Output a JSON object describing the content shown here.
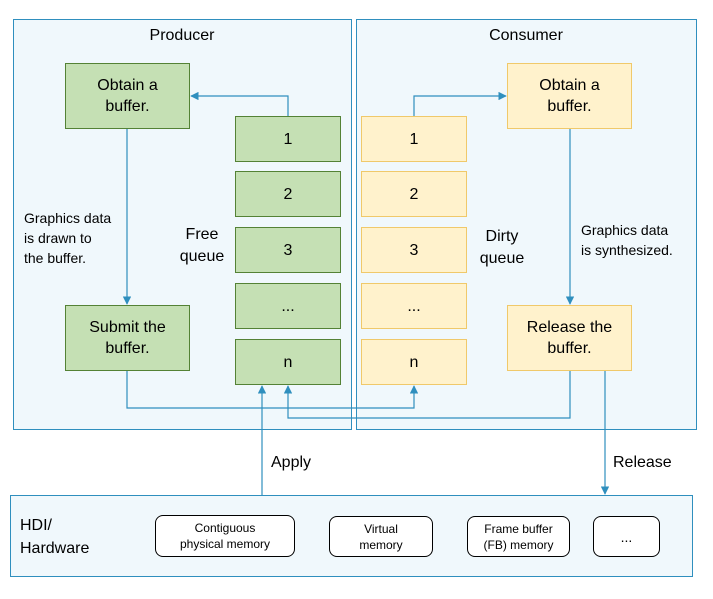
{
  "producer": {
    "title": "Producer",
    "obtain": "Obtain a\nbuffer.",
    "submit": "Submit the\nbuffer.",
    "note": "Graphics data\nis drawn to\nthe buffer."
  },
  "consumer": {
    "title": "Consumer",
    "obtain": "Obtain a\nbuffer.",
    "release": "Release the\nbuffer.",
    "note": "Graphics data\nis synthesized."
  },
  "free_queue": {
    "label": "Free\nqueue",
    "items": [
      "1",
      "2",
      "3",
      "...",
      "n"
    ]
  },
  "dirty_queue": {
    "label": "Dirty\nqueue",
    "items": [
      "1",
      "2",
      "3",
      "...",
      "n"
    ]
  },
  "edges": {
    "apply": "Apply",
    "release": "Release"
  },
  "hardware": {
    "title": "HDI/\nHardware",
    "items": [
      "Contiguous\nphysical memory",
      "Virtual\nmemory",
      "Frame buffer\n(FB) memory",
      "..."
    ]
  },
  "colors": {
    "panel_border": "#2f8fbe",
    "panel_fill": "#f0f8fc",
    "producer_fill": "#c5e0b4",
    "producer_border": "#548235",
    "consumer_fill": "#fff2cc",
    "consumer_border": "#f0c96a",
    "arrow": "#2f8fbe"
  }
}
